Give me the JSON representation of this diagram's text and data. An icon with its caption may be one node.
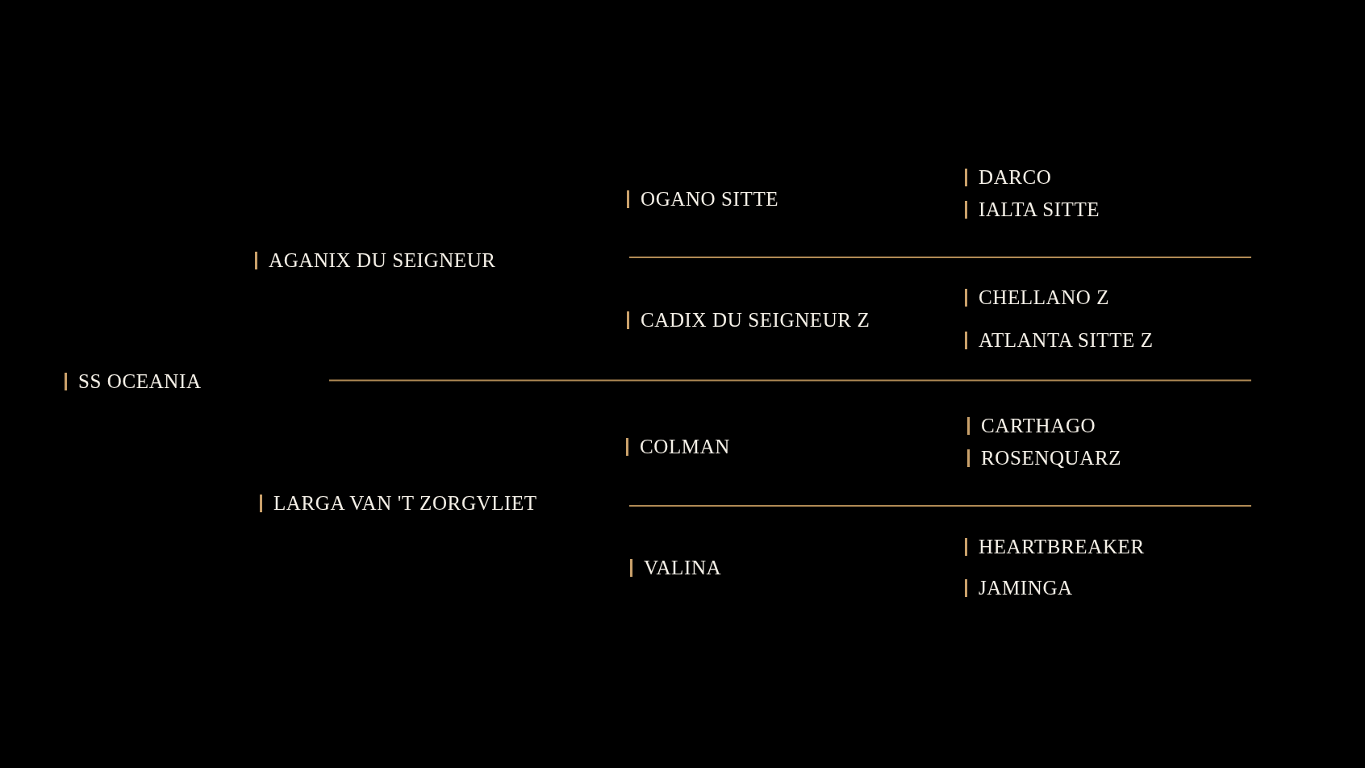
{
  "diagram": {
    "labels": [
      "SS OCEANIA",
      "AGANIX DU SEIGNEUR",
      "LARGA VAN 'T ZORGVLIET",
      "OGANO SITTE",
      "CADIX DU SEIGNEUR Z",
      "COLMAN",
      "VALINA",
      "DARCO",
      "IALTA SITTE",
      "CHELLANO Z",
      "ATLANTA SITTE Z",
      "CARTHAGO",
      "ROSENQUARZ",
      "HEARTBREAKER",
      "JAMINGA"
    ]
  }
}
